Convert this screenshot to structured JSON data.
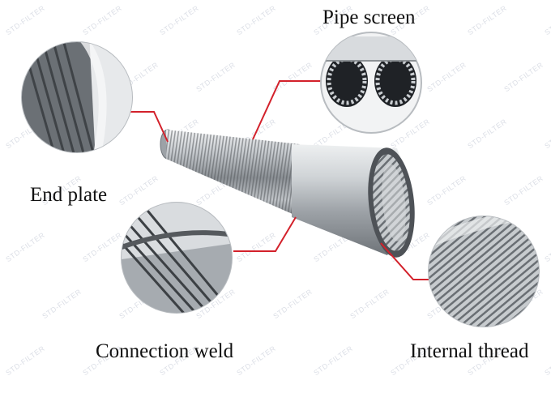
{
  "labels": {
    "pipe_screen": "Pipe screen",
    "end_plate": "End plate",
    "connection_weld": "Connection weld",
    "internal_thread": "Internal thread"
  },
  "watermark": "STD-FILTER",
  "colors": {
    "callout_line": "#d3212b",
    "steel_light": "#e6e8ea",
    "steel_mid": "#a7acb1",
    "steel_dark": "#5c6166"
  }
}
